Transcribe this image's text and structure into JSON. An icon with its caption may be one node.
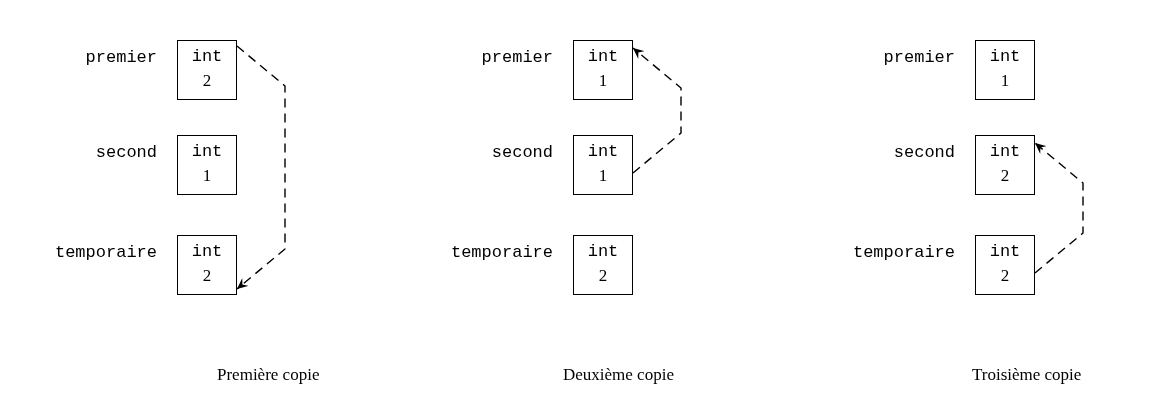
{
  "diagram": {
    "nodes": [
      {
        "text": [
          "int",
          "2"
        ],
        "beside": [
          "premier"
        ]
      },
      {
        "text": [
          "int",
          "1"
        ],
        "beside": [
          "second"
        ]
      },
      {
        "text": [
          "int",
          "2"
        ],
        "beside": [
          "temporaire"
        ]
      },
      {
        "text": [
          "int",
          "1"
        ],
        "beside": [
          "premier"
        ]
      },
      {
        "text": [
          "int",
          "1"
        ],
        "beside": [
          "second"
        ]
      },
      {
        "text": [
          "int",
          "2"
        ],
        "beside": [
          "temporaire"
        ]
      },
      {
        "text": [
          "int",
          "1"
        ],
        "beside": [
          "premier"
        ]
      },
      {
        "text": [
          "int",
          "2"
        ],
        "beside": [
          "second"
        ]
      },
      {
        "text": [
          "int",
          "2"
        ],
        "beside": [
          "temporaire"
        ]
      }
    ],
    "edges": [
      {
        "from": 0,
        "to": 2,
        "arrow": "to",
        "style": "dashed"
      },
      {
        "from": 4,
        "to": 3,
        "arrow": "to",
        "style": "dashed"
      },
      {
        "from": 8,
        "to": 7,
        "arrow": "to",
        "style": "dashed"
      }
    ],
    "labels": [
      "Première copie",
      "Deuxième copie",
      "Troisième copie"
    ]
  }
}
